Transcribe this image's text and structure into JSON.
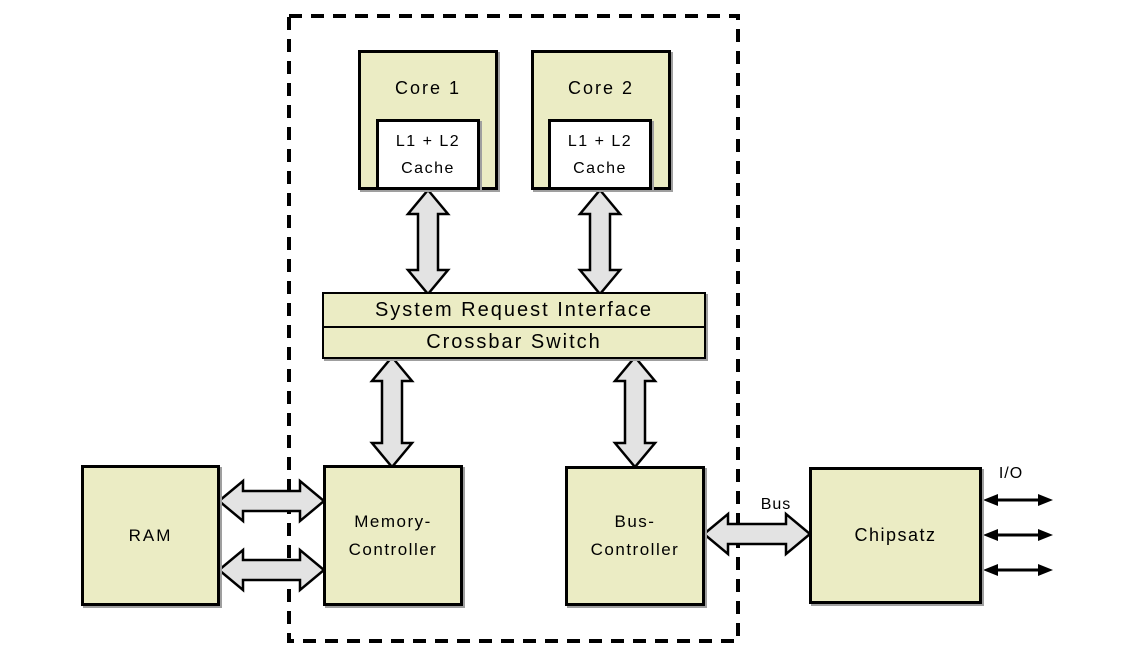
{
  "colors": {
    "box_fill": "#ebecc4",
    "cache_fill": "#ffffff",
    "arrow_fill": "#e3e3e3",
    "outline": "#000000"
  },
  "cpu_package": {
    "core1": {
      "label": "Core 1",
      "cache_line1": "L1 + L2",
      "cache_line2": "Cache"
    },
    "core2": {
      "label": "Core 2",
      "cache_line1": "L1 + L2",
      "cache_line2": "Cache"
    },
    "system_request_interface": "System Request Interface",
    "crossbar_switch": "Crossbar Switch",
    "memory_controller": {
      "line1": "Memory-",
      "line2": "Controller"
    },
    "bus_controller": {
      "line1": "Bus-",
      "line2": "Controller"
    }
  },
  "external": {
    "ram": "RAM",
    "chipset": "Chipsatz"
  },
  "connection_labels": {
    "bus": "Bus",
    "io": "I/O"
  }
}
